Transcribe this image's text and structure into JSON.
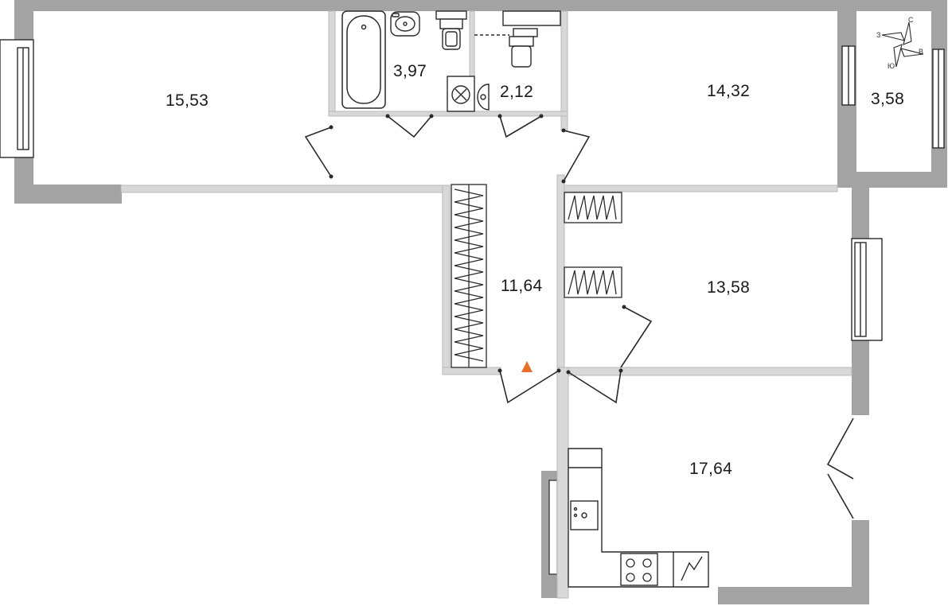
{
  "rooms": [
    {
      "name": "room-living-west",
      "area": "15,53"
    },
    {
      "name": "room-bathroom",
      "area": "3,97"
    },
    {
      "name": "room-toilet",
      "area": "2,12"
    },
    {
      "name": "room-bedroom-north",
      "area": "14,32"
    },
    {
      "name": "room-balcony",
      "area": "3,58"
    },
    {
      "name": "room-hall",
      "area": "11,64"
    },
    {
      "name": "room-bedroom-east",
      "area": "13,58"
    },
    {
      "name": "room-kitchen",
      "area": "17,64"
    }
  ],
  "compass": {
    "north": "С",
    "west": "З",
    "east": "В",
    "south": "Ю"
  },
  "colors": {
    "wall": "#a3a3a3",
    "wall_light": "#d0d0d0",
    "line": "#2a2a2a",
    "entrance_marker": "#e8702a"
  }
}
